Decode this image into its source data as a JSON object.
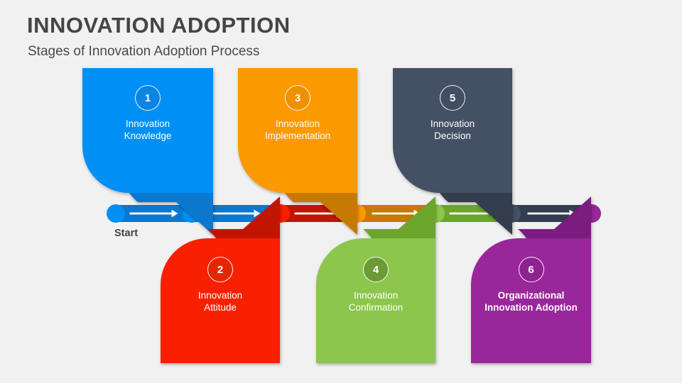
{
  "header": {
    "title": "INNOVATION ADOPTION",
    "subtitle": "Stages of Innovation Adoption Process",
    "title_color": "#454545",
    "subtitle_color": "#4a4a4a"
  },
  "timeline": {
    "start_label": "Start",
    "arrow_color": "#ffffff",
    "nodes": [
      {
        "name": "node-start",
        "color": "#0090f5"
      },
      {
        "name": "node-1",
        "color": "#0090f5"
      },
      {
        "name": "node-2",
        "color": "#f92001"
      },
      {
        "name": "node-3",
        "color": "#fb9a00"
      },
      {
        "name": "node-4",
        "color": "#8cc64c"
      },
      {
        "name": "node-5",
        "color": "#445064"
      },
      {
        "name": "node-6",
        "color": "#99269b"
      }
    ],
    "segments": [
      {
        "name": "segment-start-1",
        "color": "#0b78ce"
      },
      {
        "name": "segment-1-2",
        "color": "#0b78ce"
      },
      {
        "name": "segment-2-3",
        "color": "#c21500"
      },
      {
        "name": "segment-3-4",
        "color": "#c67a04"
      },
      {
        "name": "segment-4-5",
        "color": "#6ba52c"
      },
      {
        "name": "segment-5-6",
        "color": "#333d4d"
      }
    ]
  },
  "cards": [
    {
      "number": "1",
      "label": "Innovation\nKnowledge",
      "position": "top",
      "color": "#0090f5",
      "tail_color": "#0b78ce",
      "badge_color": "#0b84e2",
      "bold": false
    },
    {
      "number": "2",
      "label": "Innovation\nAttitude",
      "position": "bottom",
      "color": "#f92001",
      "tail_color": "#c21500",
      "badge_color": "#e52701",
      "bold": false
    },
    {
      "number": "3",
      "label": "Innovation\nImplementation",
      "position": "top",
      "color": "#fb9a00",
      "tail_color": "#c67a04",
      "badge_color": "#ee9000",
      "bold": false
    },
    {
      "number": "4",
      "label": "Innovation\nConfirmation",
      "position": "bottom",
      "color": "#8cc64c",
      "tail_color": "#6ba52c",
      "badge_color": "#6c9b36",
      "bold": false
    },
    {
      "number": "5",
      "label": "Innovation\nDecision",
      "position": "top",
      "color": "#445064",
      "tail_color": "#333d4d",
      "badge_color": "#414d60",
      "bold": false
    },
    {
      "number": "6",
      "label": "Organizational\nInnovation Adoption",
      "position": "bottom",
      "color": "#99269b",
      "tail_color": "#7b1c80",
      "badge_color": "#8e2291",
      "bold": true
    }
  ]
}
